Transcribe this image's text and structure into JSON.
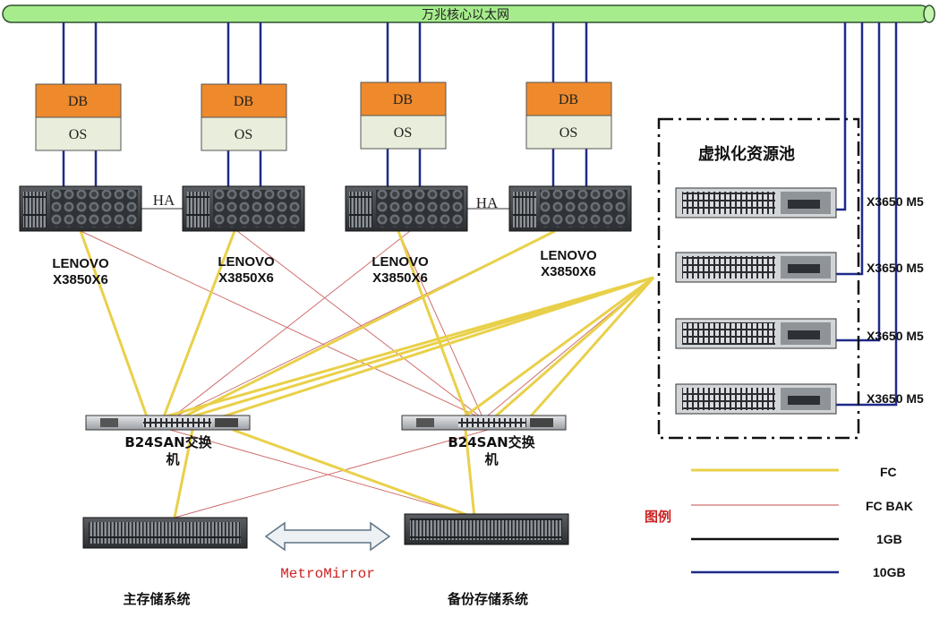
{
  "backbone": {
    "label": "万兆核心以太网"
  },
  "db_servers": [
    {
      "db_label": "DB",
      "os_label": "OS",
      "model_line1": "LENOVO",
      "model_line2": "X3850X6"
    },
    {
      "db_label": "DB",
      "os_label": "OS",
      "model_line1": "LENOVO",
      "model_line2": "X3850X6"
    },
    {
      "db_label": "DB",
      "os_label": "OS",
      "model_line1": "LENOVO",
      "model_line2": "X3850X6"
    },
    {
      "db_label": "DB",
      "os_label": "OS",
      "model_line1": "LENOVO",
      "model_line2": "X3850X6"
    }
  ],
  "ha_labels": [
    "HA",
    "HA"
  ],
  "virtual_pool": {
    "title": "虚拟化资源池",
    "servers": [
      "X3650 M5",
      "X3650 M5",
      "X3650 M5",
      "X3650 M5"
    ]
  },
  "san_switches": [
    {
      "line1": "B24SAN交换",
      "line2": "机"
    },
    {
      "line1": "B24SAN交换",
      "line2": "机"
    }
  ],
  "storage": {
    "primary": "主存储系统",
    "backup": "备份存储系统",
    "replication": "MetroMirror"
  },
  "legend": {
    "title": "图例",
    "items": [
      {
        "label": "FC",
        "color": "#e9d04a"
      },
      {
        "label": "FC BAK",
        "color": "#cf6f6f"
      },
      {
        "label": "1GB",
        "color": "#111111"
      },
      {
        "label": "10GB",
        "color": "#1f2a8a"
      }
    ]
  },
  "colors": {
    "backbone_fill": "#a6ec8d",
    "db_box": "#ef8a2c",
    "os_box": "#e8eedb",
    "fc": "#e9d04a",
    "fc_bak": "#cf6f6f",
    "ten_gb": "#1f2a8a",
    "legend_title": "#cc2222"
  }
}
